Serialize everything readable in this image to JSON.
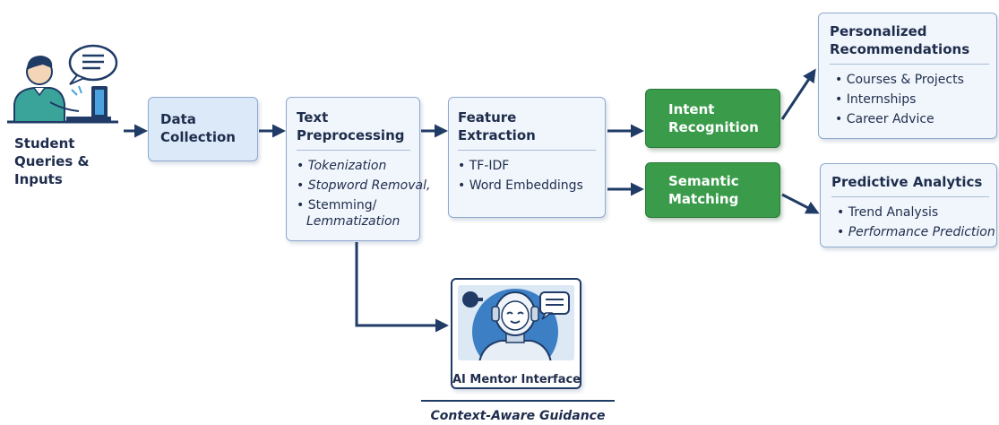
{
  "student": {
    "label_lines": [
      "Student",
      "Queries &",
      "Inputs"
    ]
  },
  "data_collection": {
    "title_lines": [
      "Data",
      "Collection"
    ]
  },
  "text_preprocessing": {
    "title_lines": [
      "Text",
      "Preprocessing"
    ],
    "items": [
      "Tokenization",
      "Stopword Removal,",
      "Stemming/"
    ],
    "item_continuation": "Lemmatization"
  },
  "feature_extraction": {
    "title_lines": [
      "Feature",
      "Extraction"
    ],
    "items": [
      "TF-IDF",
      "Word Embeddings"
    ]
  },
  "intent_recognition": {
    "title_lines": [
      "Intent",
      "Recognition"
    ]
  },
  "semantic_matching": {
    "title_lines": [
      "Semantic",
      "Matching"
    ]
  },
  "personalized_recommendations": {
    "title_lines": [
      "Personalized",
      "Recommendations"
    ],
    "items": [
      "Courses & Projects",
      "Internships",
      "Career Advice"
    ]
  },
  "predictive_analytics": {
    "title": "Predictive Analytics",
    "items": [
      "Trend Analysis",
      "Performance Prediction"
    ]
  },
  "mentor": {
    "label": "AI Mentor Interface",
    "caption": "Context-Aware Guidance"
  },
  "colors": {
    "arrow": "#1f3b66",
    "green": "#3a9c4a",
    "box_border": "#8fa9cf"
  },
  "icons": [
    "student-at-laptop-icon",
    "speech-bubble-icon",
    "robot-mentor-icon"
  ]
}
